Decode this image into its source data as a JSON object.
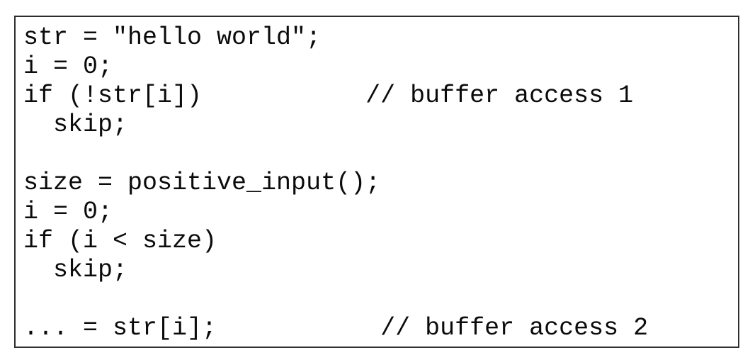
{
  "code": {
    "language": "c-like-pseudocode",
    "lines": [
      "str = \"hello world\";",
      "i = 0;",
      "if (!str[i])           // buffer access 1",
      "  skip;",
      "",
      "size = positive_input();",
      "i = 0;",
      "if (i < size)",
      "  skip;",
      "",
      "... = str[i];           // buffer access 2"
    ],
    "comments": [
      "// buffer access 1",
      "// buffer access 2"
    ],
    "colors": {
      "text": "#0b0b0b",
      "border": "#2e2e2e",
      "background": "#ffffff"
    }
  }
}
